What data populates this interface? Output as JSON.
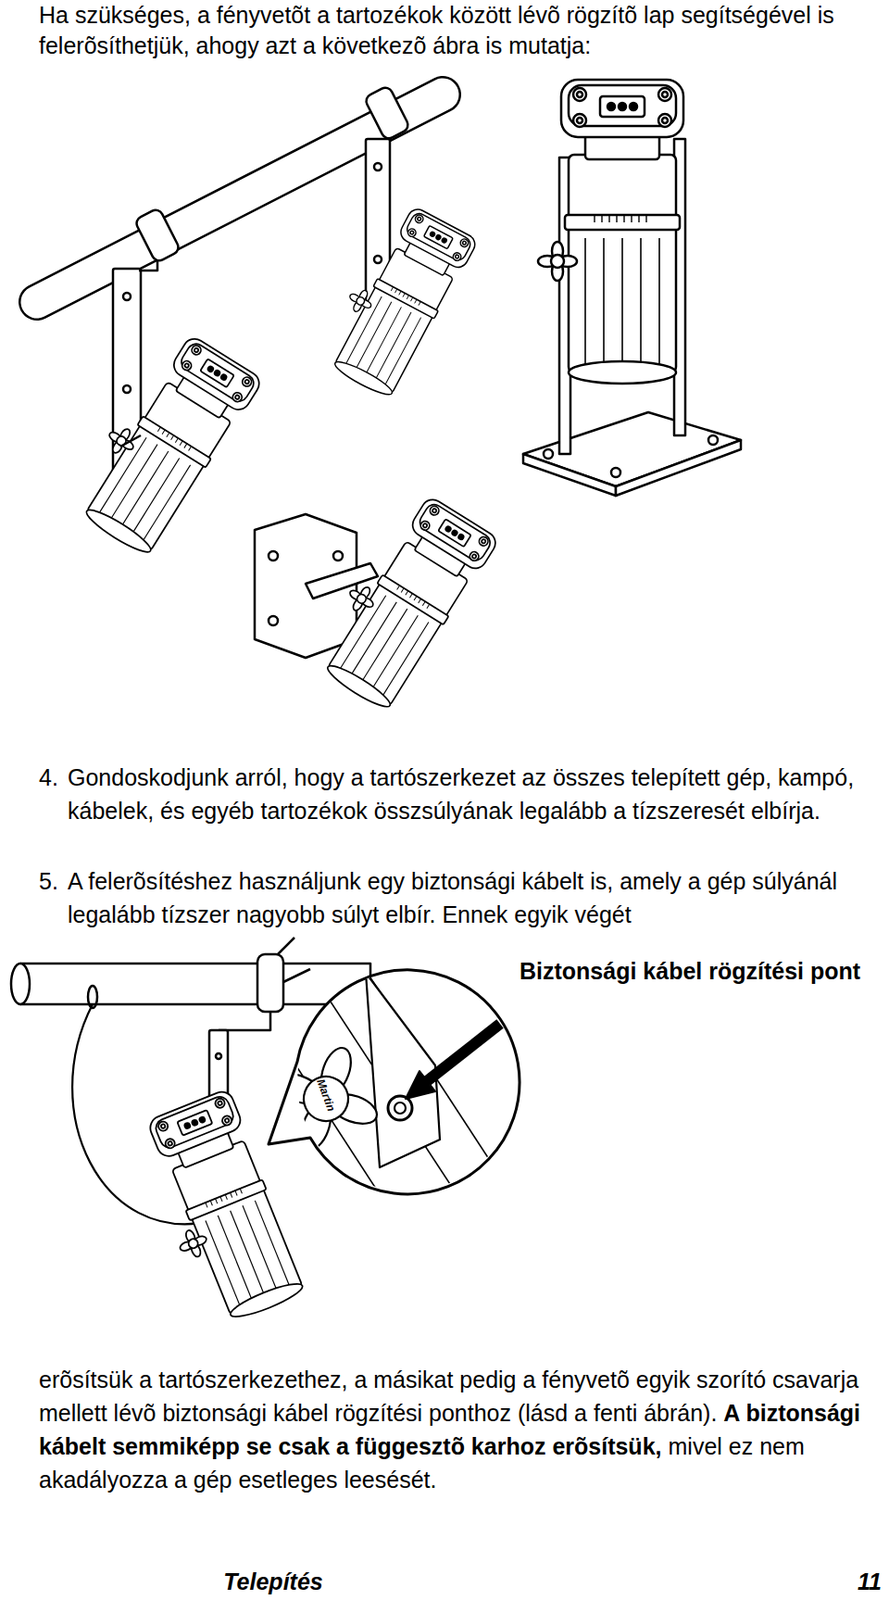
{
  "diagram": {
    "labels": [
      "Ha szükséges, a fényvetõt a tartozékok között lévõ rögzítõ lap segítségével is felerõsíthetjük, ahogy azt a következõ ábra is mutatja:",
      "4.",
      "Gondoskodjunk arról, hogy a tartószerkezet az összes telepített gép, kampó, kábelek, és egyéb tartozékok összsúlyának legalább a tízszeresét elbírja.",
      "5.",
      "A felerõsítéshez használjunk egy biztonsági kábelt is, amely a gép súlyánál legalább tízszer nagyobb súlyt elbír. Ennek egyik végét",
      "Biztonsági kábel rögzítési pont",
      "Martin",
      "erõsítsük a tartószerkezethez, a másikat pedig a fényvetõ egyik szorító csavarja mellett lévõ biztonsági kábel rögzítési ponthoz (lásd a fenti ábrán).",
      "A biztonsági kábelt semmiképp se csak a függesztõ karhoz erõsítsük,",
      "mivel ez nem akadályozza a gép esetleges leesését.",
      "Telepítés",
      "11"
    ]
  }
}
